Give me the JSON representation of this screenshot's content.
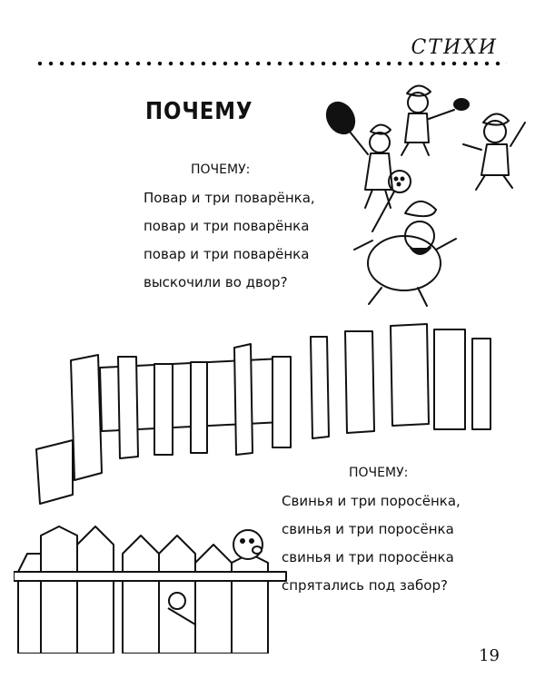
{
  "header": {
    "section": "СТИХИ"
  },
  "title": "ПОЧЕМУ",
  "verse1": {
    "question": "ПОЧЕМУ:",
    "lines": [
      "Повар и три поварёнка,",
      "повар и три поварёнка",
      "повар и три поварёнка",
      "выскочили во двор?"
    ]
  },
  "verse2": {
    "question": "ПОЧЕМУ:",
    "lines": [
      "Свинья и три поросёнка,",
      "свинья и три поросёнка",
      "свинья и три поросёнка",
      "спрятались под забор?"
    ]
  },
  "page_number": "19"
}
